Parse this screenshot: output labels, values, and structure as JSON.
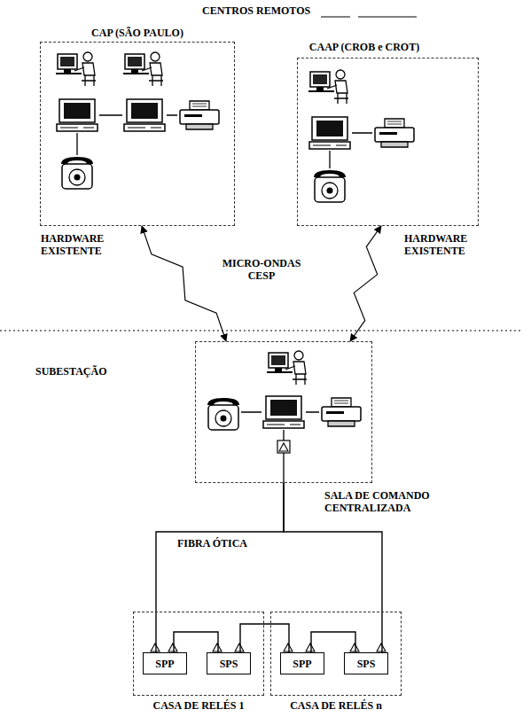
{
  "diagram": {
    "title": "CENTROS REMOTOS",
    "nodes": [
      {
        "text": [
          "CAP (SÃO PAULO)",
          "HARDWARE EXISTENTE"
        ]
      },
      {
        "text": [
          "CAAP (CROB e CROT)",
          "HARDWARE EXISTENTE"
        ]
      },
      {
        "text": [
          "SALA DE COMANDO CENTRALIZADA"
        ]
      },
      {
        "text": [
          "CASA DE RELÉS 1"
        ]
      },
      {
        "text": [
          "SPP"
        ],
        "in": 3
      },
      {
        "text": [
          "SPS"
        ],
        "in": 3
      },
      {
        "text": [
          "CASA DE RELÉS n"
        ]
      },
      {
        "text": [
          "SPP"
        ],
        "in": 6
      },
      {
        "text": [
          "SPS"
        ],
        "in": 6
      }
    ],
    "edges": [
      {
        "from": 0,
        "to": 2,
        "arrow": "both"
      },
      {
        "from": 1,
        "to": 2,
        "arrow": "both"
      },
      {
        "from": 2,
        "to": 4,
        "arrow": "none"
      },
      {
        "from": 2,
        "to": 8,
        "arrow": "none"
      },
      {
        "from": 4,
        "to": 5,
        "arrow": "none"
      },
      {
        "from": 5,
        "to": 7,
        "arrow": "none"
      },
      {
        "from": 7,
        "to": 8,
        "arrow": "none"
      }
    ],
    "labels": [
      "MICRO-ONDAS CESP",
      "SUBESTAÇÃO",
      "FIBRA ÓTICA"
    ]
  }
}
